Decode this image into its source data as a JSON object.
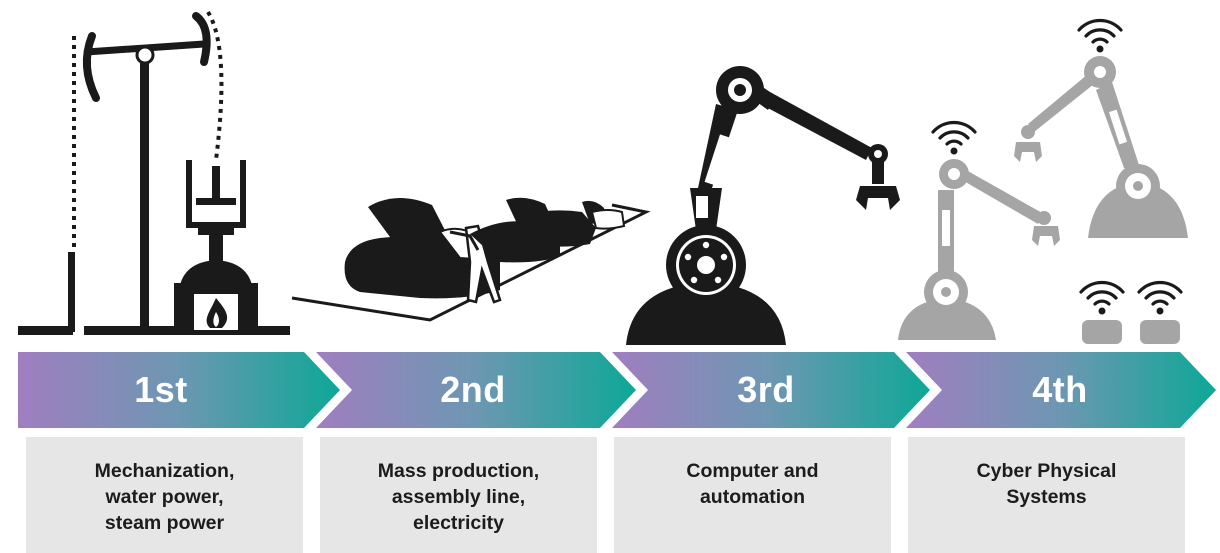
{
  "stages": [
    {
      "label": "1st",
      "description": "Mechanization,\nwater power,\nsteam power",
      "illustration": "steam-engine-icon"
    },
    {
      "label": "2nd",
      "description": "Mass production,\nassembly line,\nelectricity",
      "illustration": "assembly-line-icon"
    },
    {
      "label": "3rd",
      "description": "Computer and\nautomation",
      "illustration": "robot-arm-icon"
    },
    {
      "label": "4th",
      "description": "Cyber Physical\nSystems",
      "illustration": "connected-robots-icon"
    }
  ],
  "colors": {
    "band_start": "#a07ec0",
    "band_mid": "#6d97b2",
    "band_end": "#0da896",
    "illustration_dark": "#1a1a1a",
    "illustration_gray": "#a5a5a5",
    "description_bg": "#e6e6e6"
  }
}
